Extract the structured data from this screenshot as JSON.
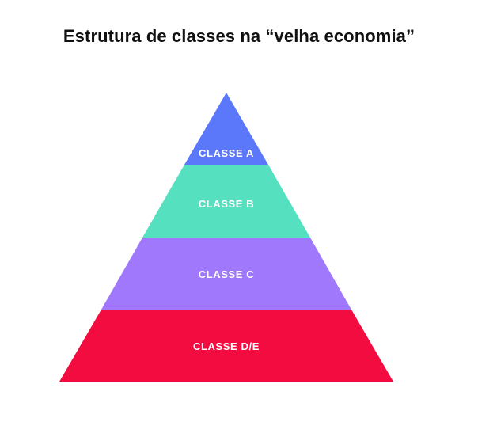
{
  "title": "Estrutura de classes na “velha economia”",
  "tiers": [
    {
      "label": "CLASSE A",
      "color": "#5b78fb"
    },
    {
      "label": "CLASSE B",
      "color": "#55e0c0"
    },
    {
      "label": "CLASSE C",
      "color": "#9f78fb"
    },
    {
      "label": "CLASSE D/E",
      "color": "#f20c40"
    }
  ]
}
